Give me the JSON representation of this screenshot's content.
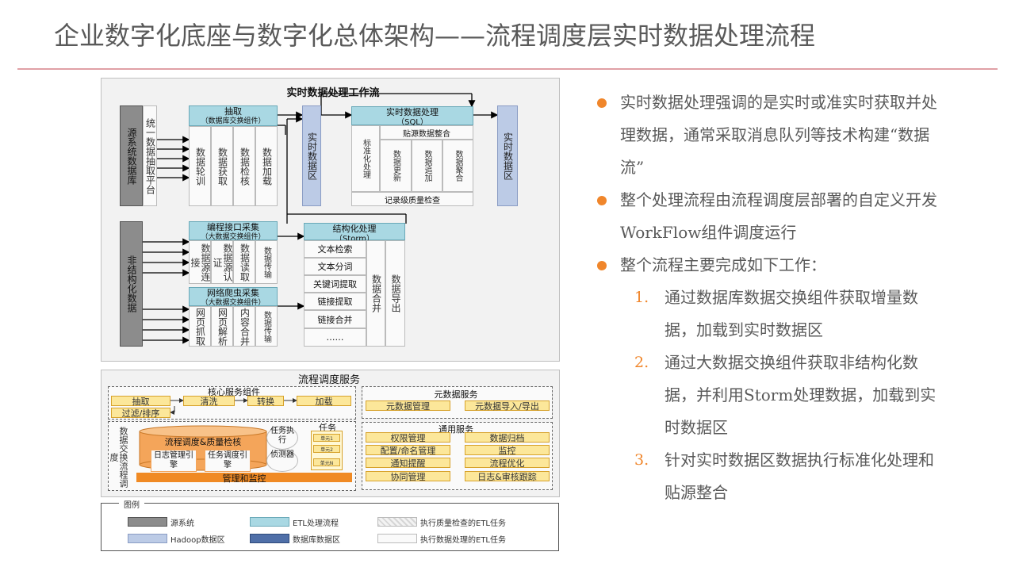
{
  "title": "企业数字化底座与数字化总体架构——流程调度层实时数据处理流程",
  "diagram": {
    "workflow_title": "实时数据处理工作流",
    "source_db": "源系统数据库",
    "unified_platform": "统一数据抽取平台",
    "extract": {
      "title": "抽取",
      "subtitle": "（数据库交换组件）",
      "items": [
        "数据轮训",
        "数据获取",
        "数据检核",
        "数据加载"
      ]
    },
    "realtime_zone_1": "实时数据区",
    "realtime_proc": {
      "title": "实时数据处理",
      "subtitle": "（SQL）",
      "standardize": "标准化处理",
      "paste_title": "贴源数据整合",
      "paste_items": [
        "数据更新",
        "数据追加",
        "数据聚合"
      ],
      "quality": "记录级质量检查"
    },
    "realtime_zone_2": "实时数据区",
    "unstructured": "非结构化数据",
    "api_collect": {
      "title": "编程接口采集",
      "subtitle": "（大数据交换组件）",
      "items": [
        "数据源连接",
        "数据源认证",
        "数据读取",
        "数据传输"
      ]
    },
    "crawler": {
      "title": "网络爬虫采集",
      "subtitle": "（大数据交换组件）",
      "items": [
        "网页抓取",
        "网页解析",
        "内容合并",
        "数据传输"
      ]
    },
    "storm": {
      "title": "结构化处理",
      "subtitle": "（Storm）",
      "items": [
        "文本检索",
        "文本分词",
        "关键词提取",
        "链接提取",
        "链接合并",
        "……"
      ],
      "merge": "数据合并",
      "export": "数据导出"
    },
    "service": {
      "title": "流程调度服务",
      "core_title": "核心服务组件",
      "core_items": [
        "抽取",
        "清洗",
        "转换",
        "加载",
        "过滤/排序"
      ],
      "meta_title": "元数据服务",
      "meta_items": [
        "元数据管理",
        "元数据导入/导出"
      ],
      "side_label": "数据交换流程调度",
      "engine": "流程调度&质量检核",
      "log_engine": "日志管理引擎",
      "task_engine": "任务调度引擎",
      "task_exec": "任务执行",
      "detector": "侦测器",
      "task_label": "任务",
      "task_units": [
        "单元1",
        "单元2",
        "单元N"
      ],
      "manage": "管理和监控",
      "common_title": "通用服务",
      "common_items": [
        "权限管理",
        "数据归档",
        "配置/命名管理",
        "监控",
        "通知提醒",
        "流程优化",
        "协同管理",
        "日志&审核跟踪"
      ]
    },
    "legend": {
      "title": "图例",
      "items": [
        "源系统",
        "ETL处理流程",
        "执行质量检查的ETL任务",
        "Hadoop数据区",
        "数据库数据区",
        "执行数据处理的ETL任务"
      ]
    }
  },
  "bullets": [
    {
      "text": "实时数据处理强调的是实时或准实时获取并处理数据，通常采取消息队列等技术构建“数据流”"
    },
    {
      "text": "整个处理流程由流程调度层部署的自定义开发WorkFlow组件调度运行"
    },
    {
      "text": "整个流程主要完成如下工作："
    }
  ],
  "steps": [
    {
      "num": "1.",
      "text": "通过数据库数据交换组件获取增量数据，加载到实时数据区"
    },
    {
      "num": "2.",
      "text": "通过大数据交换组件获取非结构化数据，并利用Storm处理数据，加载到实时数据区"
    },
    {
      "num": "3.",
      "text": "针对实时数据区数据执行标准化处理和贴源整合"
    }
  ],
  "colors": {
    "accent": "#f0862b",
    "title_rule": "#e0a0a6",
    "etl": "#a9d8e3",
    "hadoop": "#bccbe6",
    "db_zone": "#4f6fa8",
    "engine": "#f4a55a",
    "manage": "#f08a24"
  }
}
